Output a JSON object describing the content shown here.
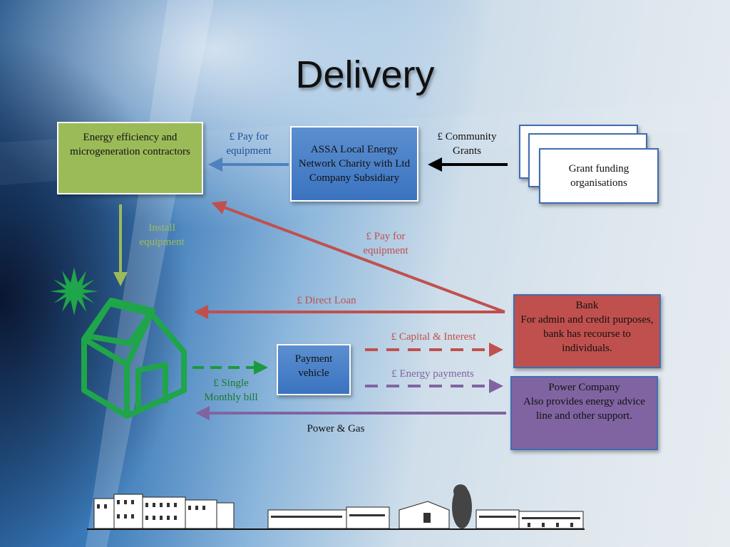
{
  "title": "Delivery",
  "boxes": {
    "contractors": "Energy efficiency and microgeneration contractors",
    "charity": "ASSA Local Energy Network Charity with Ltd Company Subsidiary",
    "grant_funding": "Grant funding organisations",
    "payment_vehicle": "Payment vehicle",
    "bank": "Bank\nFor admin and credit purposes, bank has recourse to individuals.",
    "power_company": "Power Company\nAlso provides energy advice line and other support."
  },
  "labels": {
    "pay_for_equipment_blue": "£ Pay for equipment",
    "community_grants": "£ Community Grants",
    "install_equipment": "Install equipment",
    "pay_for_equipment_red": "£ Pay for equipment",
    "direct_loan": "£ Direct Loan",
    "capital_interest": "£ Capital & Interest",
    "energy_payments": "£ Energy payments",
    "single_monthly_bill": "£ Single Monthly bill",
    "power_gas": "Power & Gas"
  },
  "colors": {
    "contractors": "#9bbb59",
    "charity": "#4f81bd",
    "bank": "#c0504d",
    "power_company": "#8064a2",
    "house": "#1fa54a"
  },
  "icons": [
    "house-icon",
    "sun-icon",
    "buildings-skyline"
  ]
}
